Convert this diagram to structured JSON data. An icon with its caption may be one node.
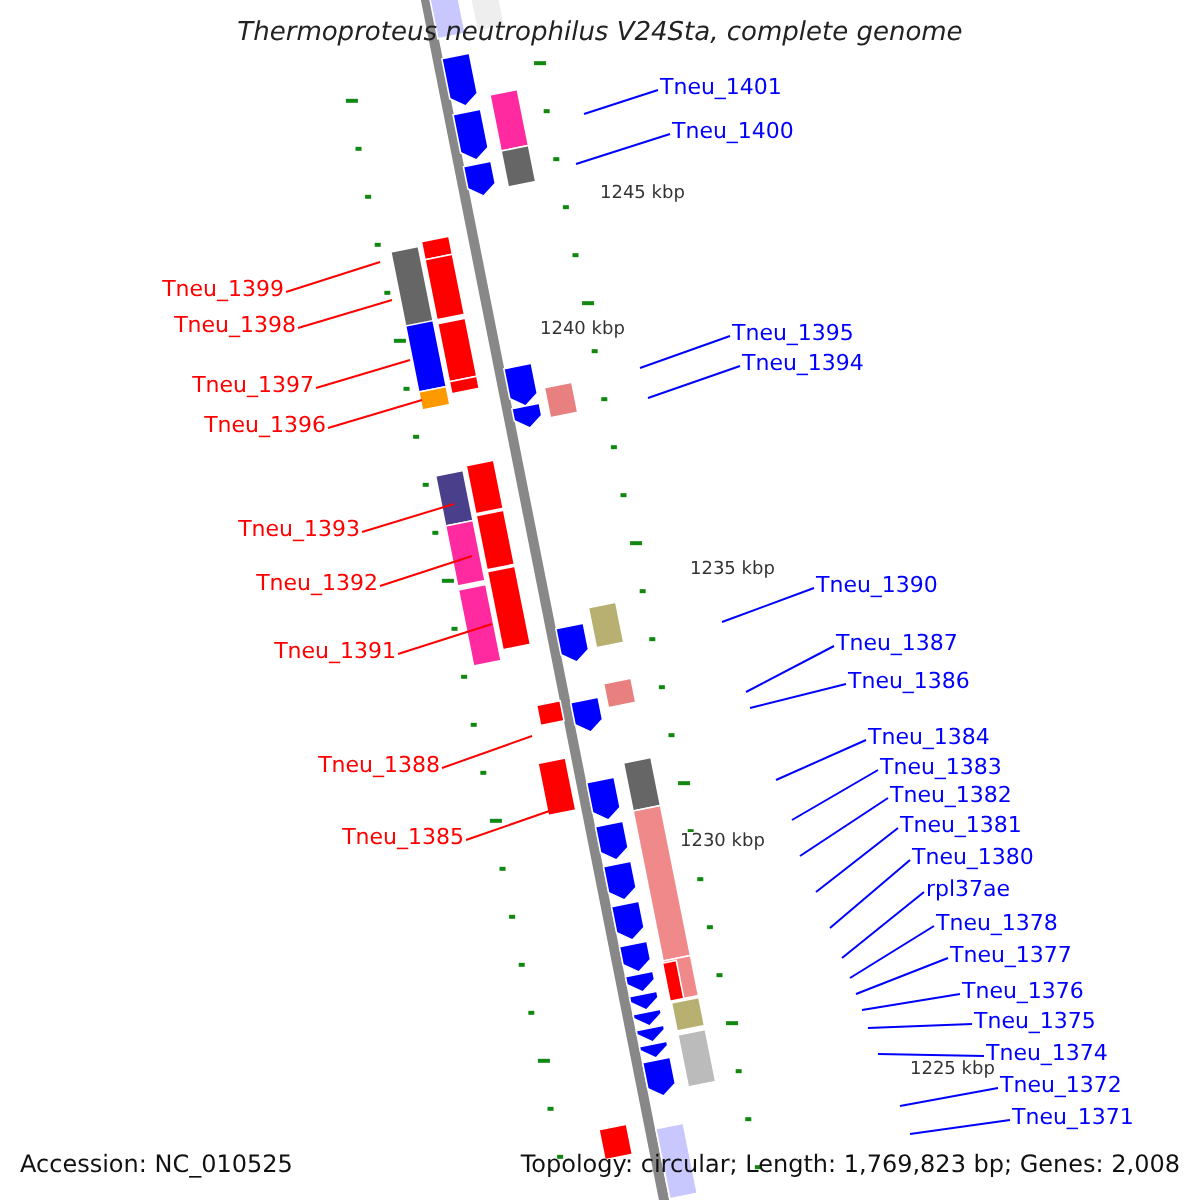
{
  "diagram": {
    "title": "Thermoproteus neutrophilus V24Sta, complete genome",
    "nodes": [
      {
        "text": [
          "Tneu_1401"
        ]
      },
      {
        "text": [
          "Tneu_1400"
        ]
      },
      {
        "text": [
          "Tneu_1399"
        ]
      },
      {
        "text": [
          "Tneu_1398"
        ]
      },
      {
        "text": [
          "Tneu_1397"
        ]
      },
      {
        "text": [
          "Tneu_1396"
        ]
      },
      {
        "text": [
          "Tneu_1395"
        ]
      },
      {
        "text": [
          "Tneu_1394"
        ]
      },
      {
        "text": [
          "Tneu_1393"
        ]
      },
      {
        "text": [
          "Tneu_1392"
        ]
      },
      {
        "text": [
          "Tneu_1391"
        ]
      },
      {
        "text": [
          "Tneu_1390"
        ]
      },
      {
        "text": [
          "Tneu_1387"
        ]
      },
      {
        "text": [
          "Tneu_1386"
        ]
      },
      {
        "text": [
          "Tneu_1388"
        ]
      },
      {
        "text": [
          "Tneu_1385"
        ]
      },
      {
        "text": [
          "Tneu_1384"
        ]
      },
      {
        "text": [
          "Tneu_1383"
        ]
      },
      {
        "text": [
          "Tneu_1382"
        ]
      },
      {
        "text": [
          "Tneu_1381"
        ]
      },
      {
        "text": [
          "Tneu_1380"
        ]
      },
      {
        "text": [
          "rpl37ae"
        ]
      },
      {
        "text": [
          "Tneu_1378"
        ]
      },
      {
        "text": [
          "Tneu_1377"
        ]
      },
      {
        "text": [
          "Tneu_1376"
        ]
      },
      {
        "text": [
          "Tneu_1375"
        ]
      },
      {
        "text": [
          "Tneu_1374"
        ]
      },
      {
        "text": [
          "Tneu_1372"
        ]
      },
      {
        "text": [
          "Tneu_1371"
        ]
      }
    ],
    "edges": [
      {
        "from": 0,
        "to": null,
        "arrow": "none"
      },
      {
        "from": 1,
        "to": null,
        "arrow": "none"
      },
      {
        "from": 2,
        "to": null,
        "arrow": "none",
        "color": "#ff0000"
      },
      {
        "from": 3,
        "to": null,
        "arrow": "none",
        "color": "#ff0000"
      },
      {
        "from": 4,
        "to": null,
        "arrow": "none",
        "color": "#ff0000"
      },
      {
        "from": 5,
        "to": null,
        "arrow": "none",
        "color": "#ff0000"
      },
      {
        "from": 6,
        "to": null,
        "arrow": "none"
      },
      {
        "from": 7,
        "to": null,
        "arrow": "none"
      },
      {
        "from": 8,
        "to": null,
        "arrow": "none",
        "color": "#ff0000"
      },
      {
        "from": 9,
        "to": null,
        "arrow": "none",
        "color": "#ff0000"
      },
      {
        "from": 10,
        "to": null,
        "arrow": "none",
        "color": "#ff0000"
      },
      {
        "from": 11,
        "to": null,
        "arrow": "none"
      },
      {
        "from": 12,
        "to": null,
        "arrow": "none"
      },
      {
        "from": 13,
        "to": null,
        "arrow": "none"
      },
      {
        "from": 14,
        "to": null,
        "arrow": "none",
        "color": "#ff0000"
      },
      {
        "from": 15,
        "to": null,
        "arrow": "none",
        "color": "#ff0000"
      },
      {
        "from": 16,
        "to": null,
        "arrow": "none"
      },
      {
        "from": 17,
        "to": null,
        "arrow": "none"
      },
      {
        "from": 18,
        "to": null,
        "arrow": "none"
      },
      {
        "from": 19,
        "to": null,
        "arrow": "none"
      },
      {
        "from": 20,
        "to": null,
        "arrow": "none"
      },
      {
        "from": 21,
        "to": null,
        "arrow": "none"
      },
      {
        "from": 22,
        "to": null,
        "arrow": "none"
      },
      {
        "from": 23,
        "to": null,
        "arrow": "none"
      },
      {
        "from": 24,
        "to": null,
        "arrow": "none"
      },
      {
        "from": 25,
        "to": null,
        "arrow": "none"
      },
      {
        "from": 26,
        "to": null,
        "arrow": "none"
      },
      {
        "from": 27,
        "to": null,
        "arrow": "none"
      },
      {
        "from": 28,
        "to": null,
        "arrow": "none"
      }
    ],
    "labels": [
      "1245 kbp",
      "1240 kbp",
      "1235 kbp",
      "1230 kbp",
      "1225 kbp",
      "Accession: NC_010525",
      "Topology: circular; Length: 1,769,823 bp; Genes: 2,008"
    ]
  }
}
